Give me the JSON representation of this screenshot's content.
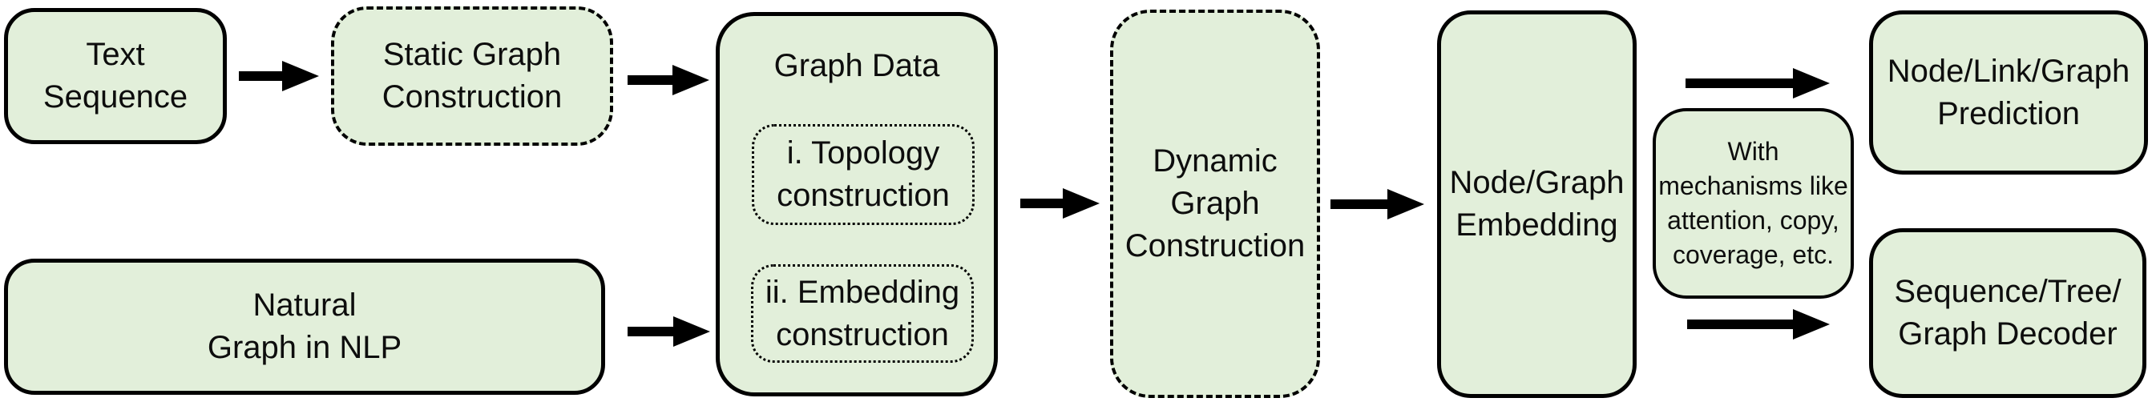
{
  "colors": {
    "box_fill": "#e2efda",
    "box_border": "#000000",
    "arrow": "#000000",
    "background": "#ffffff",
    "text": "#0d0d0d"
  },
  "boxes": {
    "text_sequence": {
      "lines": [
        "Text",
        "Sequence"
      ],
      "border": "solid"
    },
    "static_graph_construction": {
      "lines": [
        "Static Graph",
        "Construction"
      ],
      "border": "dashed"
    },
    "natural_graph_in_nlp": {
      "lines": [
        "Natural",
        "Graph in NLP"
      ],
      "border": "solid"
    },
    "graph_data": {
      "title": "Graph Data",
      "border": "solid",
      "topology": {
        "lines": [
          "i. Topology",
          "construction"
        ],
        "border": "dotted"
      },
      "embedding": {
        "lines": [
          "ii. Embedding",
          "construction"
        ],
        "border": "dotted"
      }
    },
    "dynamic_graph_construction": {
      "lines": [
        "Dynamic",
        "Graph",
        "Construction"
      ],
      "border": "dashed"
    },
    "node_graph_embedding": {
      "lines": [
        "Node/Graph",
        "Embedding"
      ],
      "border": "solid"
    },
    "with_mechanisms": {
      "lines": [
        "With",
        "mechanisms like",
        "attention, copy,",
        "coverage, etc."
      ],
      "border": "solid"
    },
    "node_link_graph_prediction": {
      "lines": [
        "Node/Link/Graph",
        "Prediction"
      ],
      "border": "solid"
    },
    "sequence_tree_graph_decoder": {
      "lines": [
        "Sequence/Tree/",
        "Graph Decoder"
      ],
      "border": "solid"
    }
  },
  "arrows": [
    {
      "name": "text-sequence-to-static-graph"
    },
    {
      "name": "static-graph-to-graph-data"
    },
    {
      "name": "natural-graph-to-graph-data"
    },
    {
      "name": "graph-data-to-dynamic-graph"
    },
    {
      "name": "dynamic-graph-to-node-embedding"
    },
    {
      "name": "node-embedding-to-prediction"
    },
    {
      "name": "node-embedding-to-decoder"
    }
  ]
}
